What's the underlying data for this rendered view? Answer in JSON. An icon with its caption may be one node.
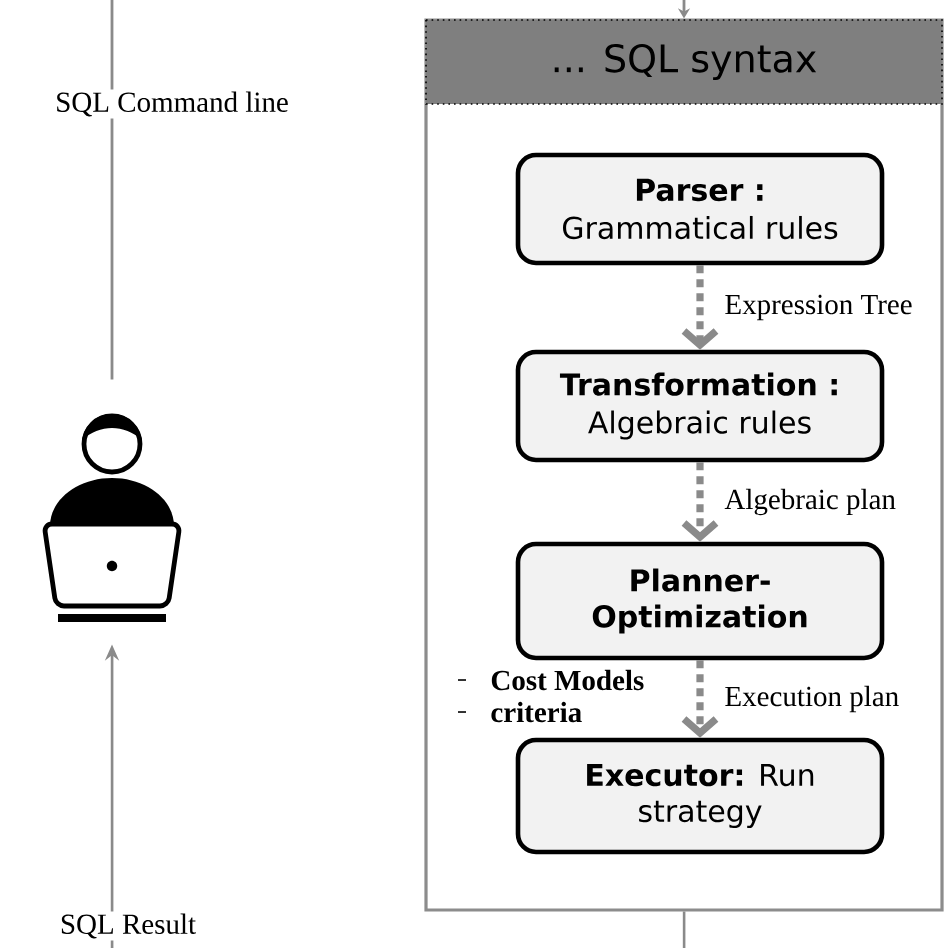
{
  "diagram": {
    "nodes": [
      {
        "text": [],
        "shape": "person"
      },
      {
        "text": [
          "... SQL syntax"
        ]
      },
      {
        "text": [
          "Parser :",
          "Grammatical rules"
        ],
        "in": 1
      },
      {
        "text": [
          "Transformation :",
          "Algebraic rules"
        ],
        "in": 1
      },
      {
        "text": [
          "Planner- Optimization"
        ],
        "in": 1
      },
      {
        "text": [
          "**Executor:** Run strategy"
        ],
        "in": 1
      }
    ],
    "edges": [
      {
        "from": null,
        "to": 0,
        "arrow": "none",
        "label": "SQL Command line"
      },
      {
        "from": null,
        "to": 0,
        "arrow": "to",
        "label": "SQL Result"
      },
      {
        "from": null,
        "to": 1,
        "arrow": "to"
      },
      {
        "from": 1,
        "to": null,
        "arrow": "none"
      },
      {
        "from": 2,
        "to": 3,
        "arrow": "to",
        "label": "Expression Tree",
        "style": "dashed"
      },
      {
        "from": 3,
        "to": 4,
        "arrow": "to",
        "label": "Algebraic plan",
        "style": "dashed"
      },
      {
        "from": 4,
        "to": 5,
        "arrow": "to",
        "label": "Execution plan",
        "style": "dashed"
      }
    ],
    "labels": [
      "Cost Models",
      "criteria"
    ]
  }
}
